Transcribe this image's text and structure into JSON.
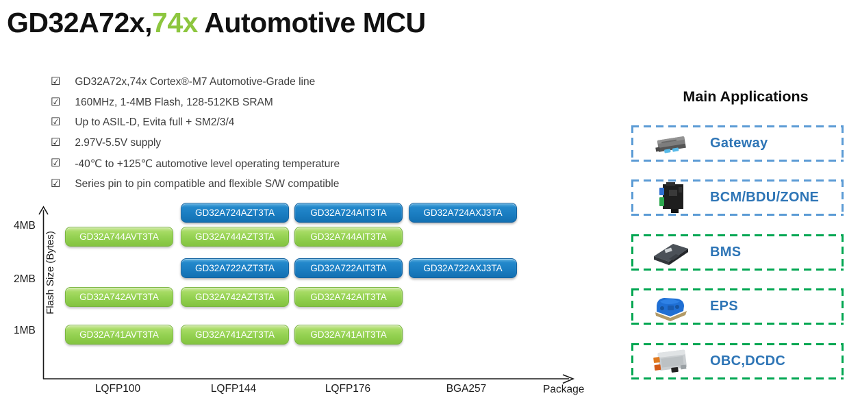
{
  "title": {
    "part1": "GD32A72x,",
    "part2": "74x",
    "part3": " Automotive MCU"
  },
  "features": {
    "checkbox_glyph": "☑",
    "items": [
      "GD32A72x,74x Cortex®-M7 Automotive-Grade line",
      "160MHz, 1-4MB Flash, 128-512KB SRAM",
      "Up to ASIL-D, Evita full + SM2/3/4",
      "2.97V-5.5V supply",
      "-40℃ to +125℃ automotive level operating temperature",
      "Series pin to pin compatible and flexible S/W compatible"
    ]
  },
  "chart": {
    "type": "positioning-matrix",
    "y_axis_label": "Flash Size (Bytes)",
    "x_axis_label": "Package",
    "y_ticks": [
      "4MB",
      "2MB",
      "1MB"
    ],
    "x_ticks": [
      "LQFP100",
      "LQFP144",
      "LQFP176",
      "BGA257"
    ],
    "chips": [
      {
        "name": "GD32A724AZT3TA",
        "series": "GD32A724",
        "flash": "4MB",
        "package": "LQFP144",
        "color": "blue"
      },
      {
        "name": "GD32A724AIT3TA",
        "series": "GD32A724",
        "flash": "4MB",
        "package": "LQFP176",
        "color": "blue"
      },
      {
        "name": "GD32A724AXJ3TA",
        "series": "GD32A724",
        "flash": "4MB",
        "package": "BGA257",
        "color": "blue"
      },
      {
        "name": "GD32A744AVT3TA",
        "series": "GD32A744",
        "flash": "4MB",
        "package": "LQFP100",
        "color": "green"
      },
      {
        "name": "GD32A744AZT3TA",
        "series": "GD32A744",
        "flash": "4MB",
        "package": "LQFP144",
        "color": "green"
      },
      {
        "name": "GD32A744AIT3TA",
        "series": "GD32A744",
        "flash": "4MB",
        "package": "LQFP176",
        "color": "green"
      },
      {
        "name": "GD32A722AZT3TA",
        "series": "GD32A722",
        "flash": "2MB",
        "package": "LQFP144",
        "color": "blue"
      },
      {
        "name": "GD32A722AIT3TA",
        "series": "GD32A722",
        "flash": "2MB",
        "package": "LQFP176",
        "color": "blue"
      },
      {
        "name": "GD32A722AXJ3TA",
        "series": "GD32A722",
        "flash": "2MB",
        "package": "BGA257",
        "color": "blue"
      },
      {
        "name": "GD32A742AVT3TA",
        "series": "GD32A742",
        "flash": "2MB",
        "package": "LQFP100",
        "color": "green"
      },
      {
        "name": "GD32A742AZT3TA",
        "series": "GD32A742",
        "flash": "2MB",
        "package": "LQFP144",
        "color": "green"
      },
      {
        "name": "GD32A742AIT3TA",
        "series": "GD32A742",
        "flash": "2MB",
        "package": "LQFP176",
        "color": "green"
      },
      {
        "name": "GD32A741AVT3TA",
        "series": "GD32A741",
        "flash": "1MB",
        "package": "LQFP100",
        "color": "green"
      },
      {
        "name": "GD32A741AZT3TA",
        "series": "GD32A741",
        "flash": "1MB",
        "package": "LQFP144",
        "color": "green"
      },
      {
        "name": "GD32A741AIT3TA",
        "series": "GD32A741",
        "flash": "1MB",
        "package": "LQFP176",
        "color": "green"
      }
    ]
  },
  "applications": {
    "heading": "Main Applications",
    "items": [
      {
        "label": "Gateway",
        "border_color": "#5B9BD5",
        "icon": "gateway-module-icon"
      },
      {
        "label": "BCM/BDU/ZONE",
        "border_color": "#5B9BD5",
        "icon": "bcm-module-icon"
      },
      {
        "label": "BMS",
        "border_color": "#00A651",
        "icon": "bms-module-icon"
      },
      {
        "label": "EPS",
        "border_color": "#00A651",
        "icon": "eps-module-icon"
      },
      {
        "label": "OBC,DCDC",
        "border_color": "#00A651",
        "icon": "obc-module-icon"
      }
    ]
  },
  "colors": {
    "title_accent_green": "#8DC63F",
    "chip_blue": "#1B7EC2",
    "chip_green": "#92D04F",
    "app_label_blue": "#2E75B6",
    "dashed_blue": "#5B9BD5",
    "dashed_green": "#00A651",
    "axis_black": "#1A1A1A"
  }
}
